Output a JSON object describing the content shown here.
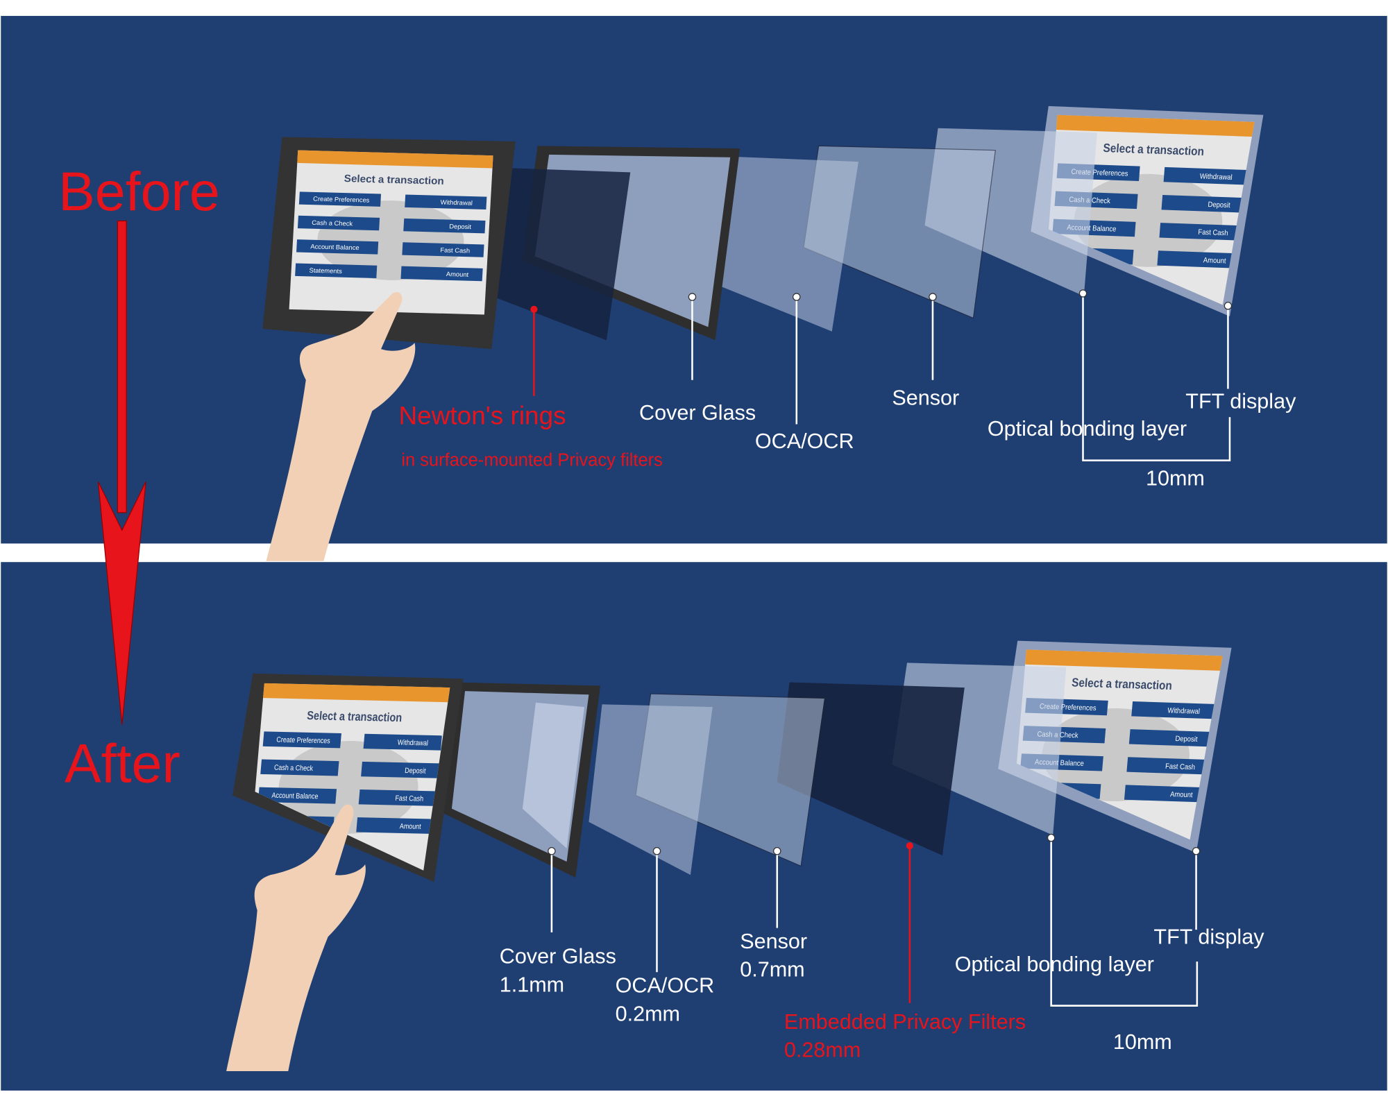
{
  "colors": {
    "panel": "#1f3f73",
    "accent_red": "#e8141b",
    "frame": "#333333",
    "glass": "#b9c6dc",
    "privacy": "#15223f"
  },
  "before": {
    "title": "Before",
    "newtons_rings": "Newton's rings",
    "newtons_sub": "in surface-mounted Privacy filters",
    "cover_glass": "Cover Glass",
    "oca": "OCA/OCR",
    "sensor": "Sensor",
    "optical_bonding": "Optical bonding layer",
    "tft": "TFT display",
    "thickness": "10mm"
  },
  "after": {
    "title": "After",
    "cover_glass": "Cover Glass",
    "cover_glass_thickness": "1.1mm",
    "oca": "OCA/OCR",
    "oca_thickness": "0.2mm",
    "sensor": "Sensor",
    "sensor_thickness": "0.7mm",
    "privacy": "Embedded Privacy Filters",
    "privacy_thickness": "0.28mm",
    "optical_bonding": "Optical bonding layer",
    "tft": "TFT display",
    "thickness": "10mm"
  },
  "screen": {
    "title": "Select a transaction",
    "left_buttons": [
      "Create Preferences",
      "Cash a Check",
      "Account Balance",
      "Statements"
    ],
    "right_buttons": [
      "Withdrawal",
      "Deposit",
      "Fast Cash",
      "Amount"
    ]
  }
}
